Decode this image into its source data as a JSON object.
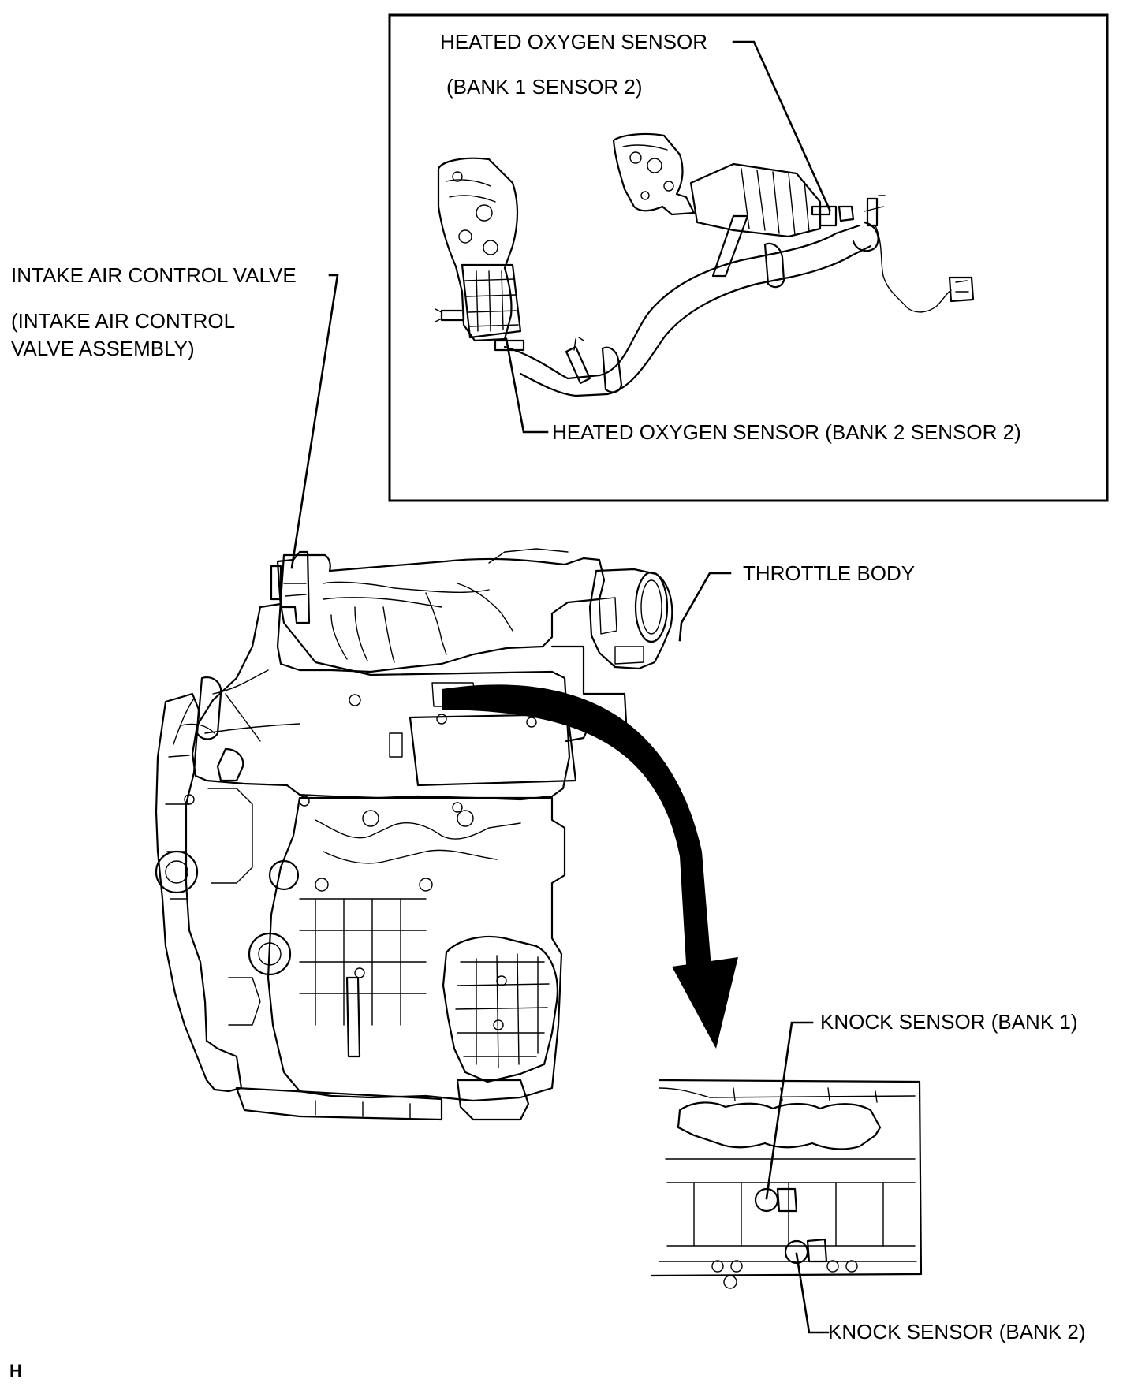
{
  "labels": {
    "heated_o2_b1s2_line1": "HEATED OXYGEN SENSOR",
    "heated_o2_b1s2_line2": "(BANK 1 SENSOR 2)",
    "heated_o2_b2s2": "HEATED OXYGEN SENSOR (BANK 2 SENSOR 2)",
    "intake_valve_line1": "INTAKE AIR CONTROL VALVE",
    "intake_valve_line2": "(INTAKE AIR CONTROL",
    "intake_valve_line3": "VALVE ASSEMBLY)",
    "throttle_body": "THROTTLE BODY",
    "knock_bank1": "KNOCK SENSOR (BANK 1)",
    "knock_bank2": "KNOCK SENSOR (BANK 2)",
    "page_mark": "H"
  },
  "colors": {
    "line": "#000000",
    "background": "#ffffff"
  }
}
